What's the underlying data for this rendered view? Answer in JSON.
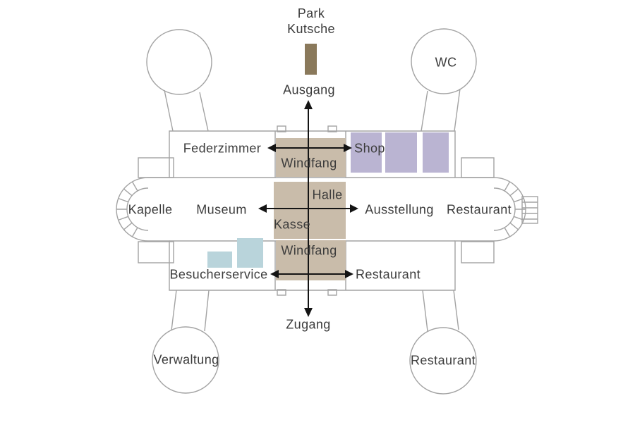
{
  "diagram": {
    "type": "floorplan",
    "labels": {
      "park": "Park",
      "kutsche": "Kutsche",
      "ausgang": "Ausgang",
      "wc": "WC",
      "federzimmer": "Federzimmer",
      "windfang_top": "Windfang",
      "shop": "Shop",
      "kapelle": "Kapelle",
      "museum": "Museum",
      "halle": "Halle",
      "kasse": "Kasse",
      "ausstellung": "Ausstellung",
      "restaurant_east": "Restaurant",
      "windfang_bottom": "Windfang",
      "besucherservice": "Besucherservice",
      "restaurant_south": "Restaurant",
      "zugang": "Zugang",
      "verwaltung": "Verwaltung",
      "restaurant_tower": "Restaurant"
    },
    "colors": {
      "background": "#ffffff",
      "outline": "#a3a3a3",
      "tan": "#c9bcaa",
      "purple": "#bab4d2",
      "blue": "#b9d4db",
      "brown": "#8a795b",
      "arrow": "#141414",
      "text": "#3c3c3c",
      "white": "#ffffff"
    }
  }
}
